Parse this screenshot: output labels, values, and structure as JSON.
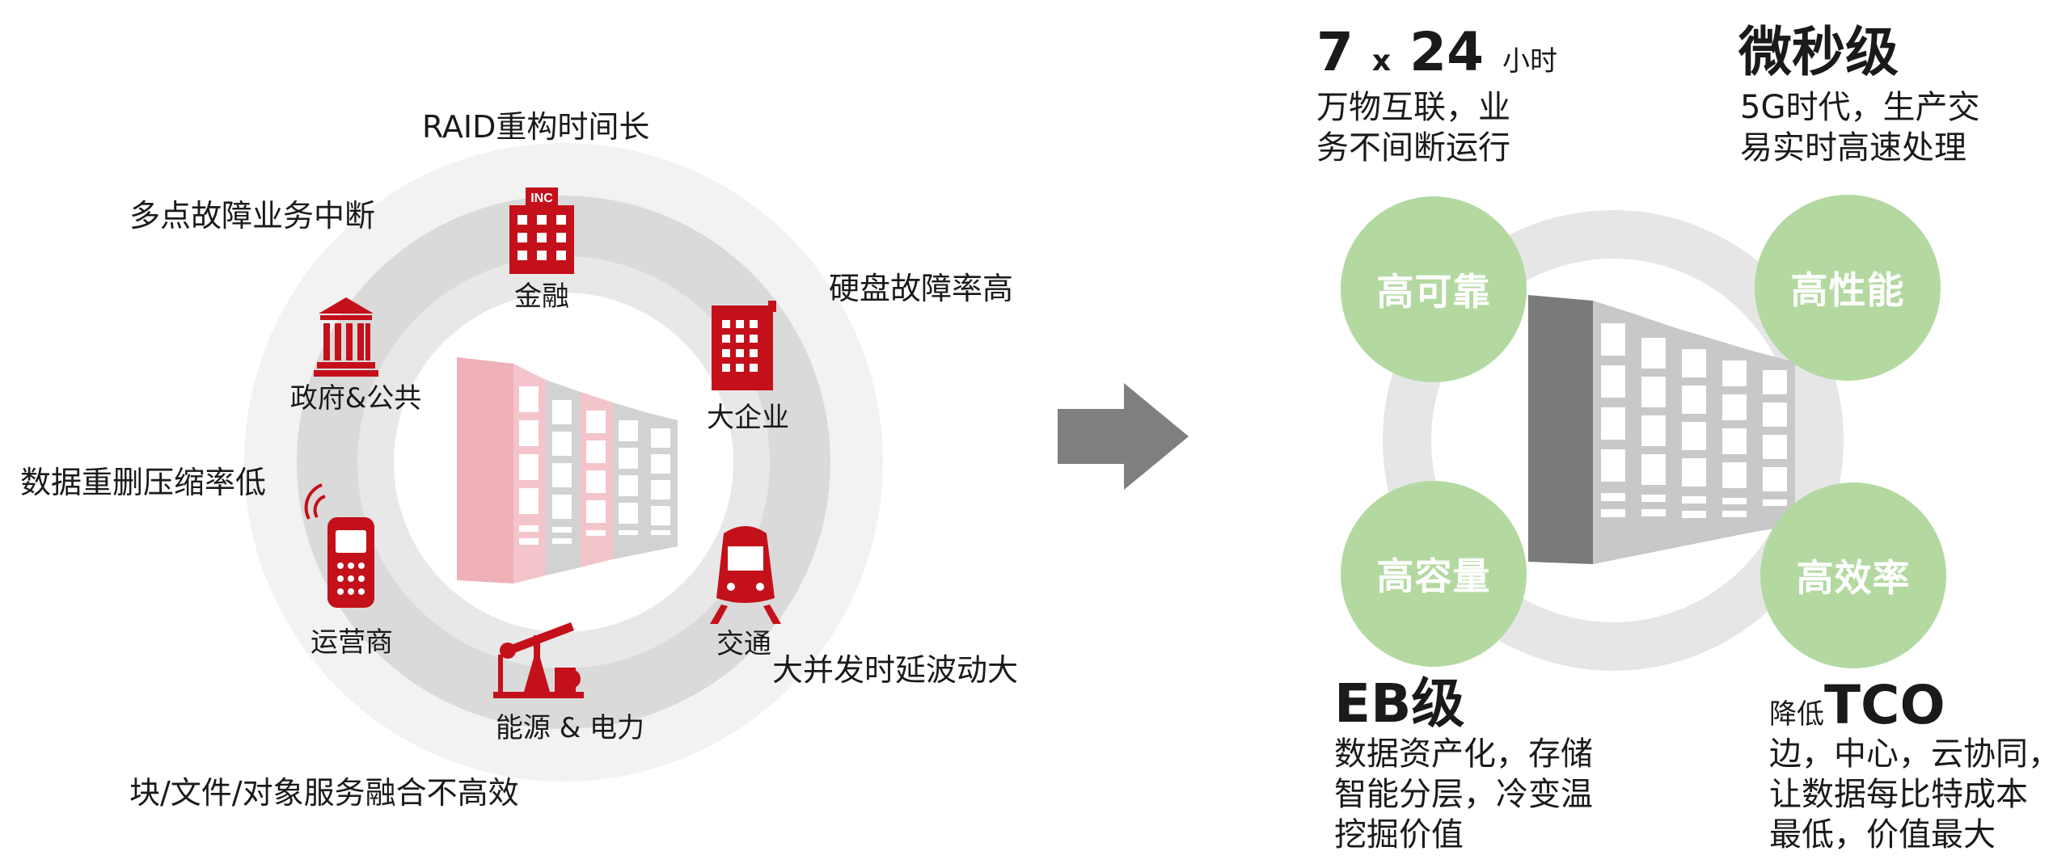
{
  "left": {
    "pain_points": {
      "raid": "RAID重构时间长",
      "multi_fault": "多点故障业务中断",
      "disk_fail": "硬盘故障率高",
      "dedupe": "数据重删压缩率低",
      "latency": "大并发时延波动大",
      "fusion": "块/文件/对象服务融合不高效"
    },
    "industries": {
      "finance": "金融",
      "gov": "政府&公共",
      "enterprise": "大企业",
      "carrier": "运营商",
      "transport": "交通",
      "energy": "能源 & 电力"
    },
    "inc_text": "INC",
    "colors": {
      "accent": "#c4101a",
      "ring_outer": "#f2f2f2",
      "ring_mid": "#dadada",
      "ring_inner": "#e8e8e8"
    }
  },
  "right": {
    "reliability": {
      "num1": "7",
      "x": "x",
      "num2": "24",
      "unit": "小时",
      "line1": "万物互联，业",
      "line2": "务不间断运行",
      "bubble": "高可靠"
    },
    "performance": {
      "title": "微秒级",
      "line1": "5G时代，生产交",
      "line2": "易实时高速处理",
      "bubble": "高性能"
    },
    "capacity": {
      "title": "EB级",
      "line1": "数据资产化，存储",
      "line2": "智能分层，冷变温",
      "line3": "挖掘价值",
      "bubble": "高容量"
    },
    "efficiency": {
      "prefix": "降低",
      "title": "TCO",
      "line1": "边，中心，云协同，",
      "line2": "让数据每比特成本",
      "line3": "最低，价值最大",
      "bubble": "高效率"
    },
    "colors": {
      "bubble": "#b3d9a1",
      "ring": "#e6e6e6"
    }
  }
}
